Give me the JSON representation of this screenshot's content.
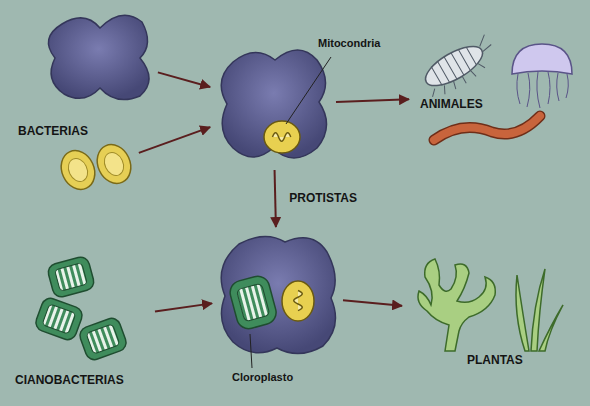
{
  "diagram": {
    "nodes": [
      {
        "text": [
          "BACTERIAS"
        ]
      },
      {
        "text": []
      },
      {
        "text": []
      },
      {
        "text": [
          "Mitocondria"
        ],
        "in": 2
      },
      {
        "text": [
          "ANIMALES"
        ]
      },
      {
        "text": [
          "CIANOBACTERIAS"
        ]
      },
      {
        "text": []
      },
      {
        "text": [
          "Cloroplasto"
        ],
        "in": 6
      },
      {
        "text": [],
        "in": 6
      },
      {
        "text": [
          "PLANTAS"
        ]
      }
    ],
    "edges": [
      {
        "from": 0,
        "to": 2,
        "arrow": "to"
      },
      {
        "from": 1,
        "to": 2,
        "arrow": "to"
      },
      {
        "from": 2,
        "to": 4,
        "arrow": "to"
      },
      {
        "from": 2,
        "to": 6,
        "label": "PROTISTAS",
        "arrow": "to"
      },
      {
        "from": 5,
        "to": 6,
        "arrow": "to"
      },
      {
        "from": 6,
        "to": 9,
        "arrow": "to"
      }
    ]
  }
}
